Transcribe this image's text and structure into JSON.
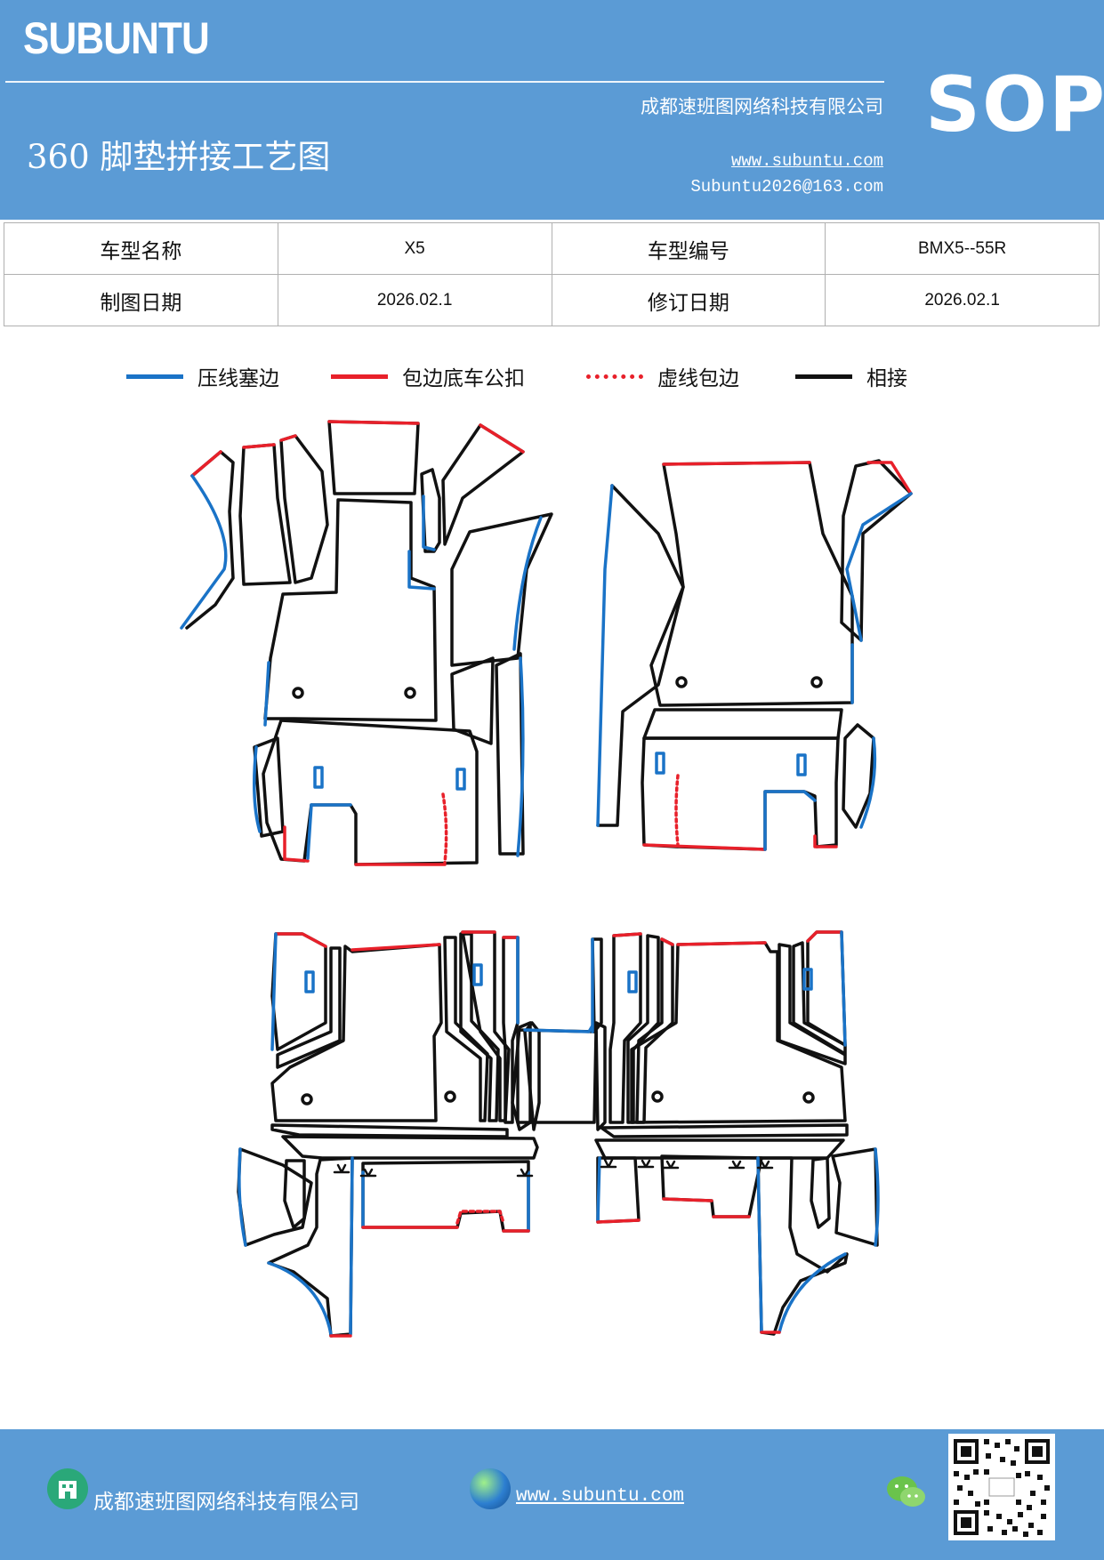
{
  "header": {
    "brand": "SUBUNTU",
    "sop": "SOP",
    "company": "成都速班图网络科技有限公司",
    "title": "360 脚垫拼接工艺图",
    "website": "www.subuntu.com",
    "email": "Subuntu2026@163.com"
  },
  "info_table": {
    "rows": [
      {
        "label1": "车型名称",
        "value1": "X5",
        "label2": "车型编号",
        "value2": "BMX5--55R"
      },
      {
        "label1": "制图日期",
        "value1": "2026.02.1",
        "label2": "修订日期",
        "value2": "2026.02.1"
      }
    ]
  },
  "legend": [
    {
      "label": "压线塞边",
      "color": "#1a73c7",
      "style": "solid"
    },
    {
      "label": "包边底车公扣",
      "color": "#e8202a",
      "style": "solid"
    },
    {
      "label": "虚线包边",
      "color": "#e8202a",
      "style": "dotted"
    },
    {
      "label": "相接",
      "color": "#111111",
      "style": "solid"
    }
  ],
  "colors": {
    "header_bg": "#5b9bd5",
    "press_line": "#1a73c7",
    "edge_line": "#e8202a",
    "joint_line": "#111111"
  },
  "footer": {
    "company": "成都速班图网络科技有限公司",
    "website": "www.subuntu.com",
    "icons": [
      "building-icon",
      "globe-icon",
      "wechat-icon",
      "qr-code"
    ]
  }
}
